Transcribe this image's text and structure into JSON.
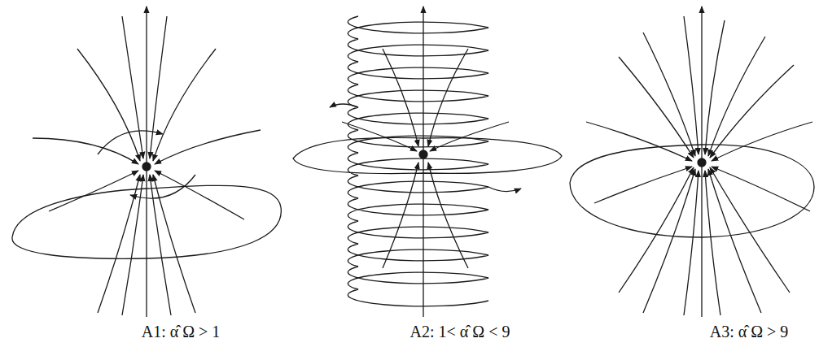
{
  "diagram": {
    "labels": [
      "A1: α̂ Ω > 1",
      "A2: 1< α̂ Ω < 9",
      "A3: α̂ Ω > 9"
    ]
  }
}
